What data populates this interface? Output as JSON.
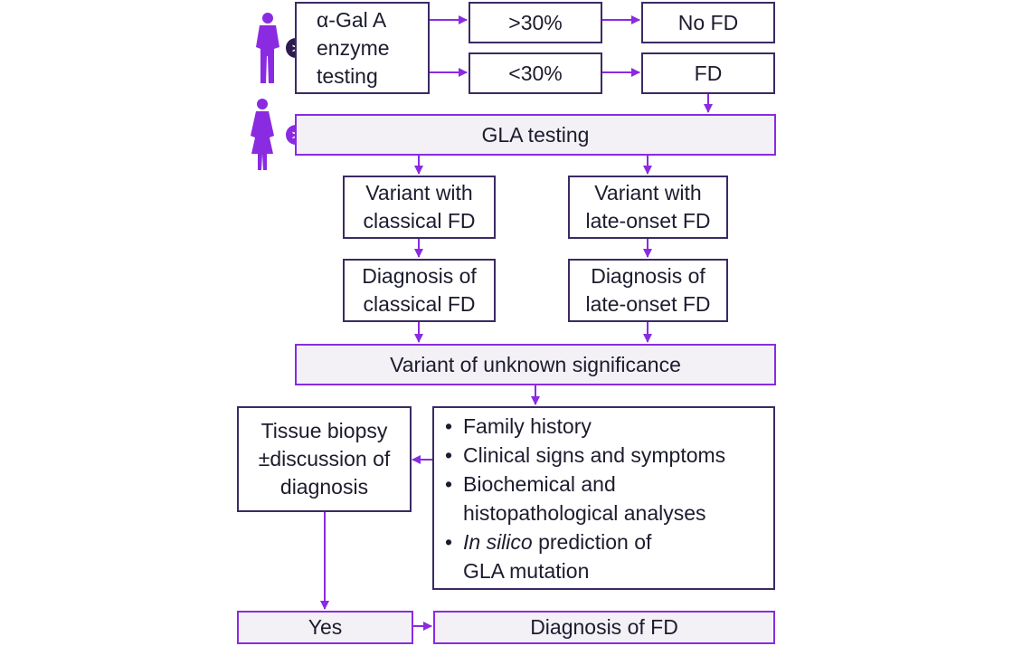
{
  "step1": {
    "lines": [
      "α-Gal A",
      "enzyme",
      "testing"
    ]
  },
  "step1_high": {
    "label": ">30%",
    "outcome": "No FD"
  },
  "step1_low": {
    "label": "<30%",
    "outcome": "FD"
  },
  "step2": {
    "label": "GLA testing"
  },
  "classical": {
    "variant_lines": [
      "Variant with",
      "classical FD"
    ],
    "diagnosis_lines": [
      "Diagnosis of",
      "classical FD"
    ]
  },
  "late_onset": {
    "variant_lines": [
      "Variant with",
      "late-onset FD"
    ],
    "diagnosis_lines": [
      "Diagnosis of",
      "late-onset FD"
    ]
  },
  "vus": {
    "label": "Variant of unknown significance"
  },
  "biopsy": {
    "lines": [
      "Tissue biopsy",
      "±discussion of",
      "diagnosis"
    ]
  },
  "criteria": {
    "family_history": "Family history",
    "clinical_signs": "Clinical signs and symptoms",
    "biochem_1": "Biochemical and",
    "biochem_2": "histopathological analyses",
    "in_silico_italic": "In silico",
    "in_silico_rest": " prediction of",
    "in_silico_2": "GLA mutation"
  },
  "yes": {
    "label": "Yes"
  },
  "final": {
    "label": "Diagnosis of FD"
  },
  "badges": {
    "male_arrow": ">",
    "female_arrow": ">"
  },
  "icons": {
    "male": "man-silhouette-icon",
    "female": "woman-silhouette-icon"
  },
  "colors": {
    "accent": "#8a2be2",
    "dark": "#3b2a63",
    "shaded": "#f3f1f6",
    "male_badge": "#2d1b4e",
    "female_badge": "#8a2be2"
  }
}
